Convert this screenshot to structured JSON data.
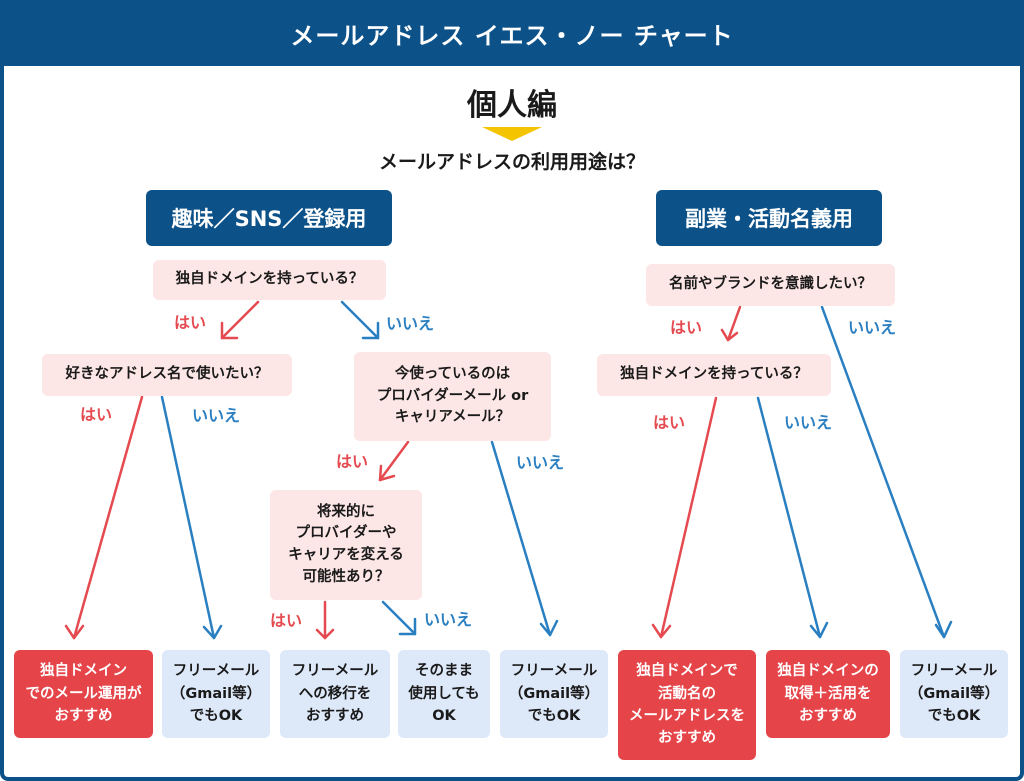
{
  "title": "メールアドレス イエス・ノー チャート",
  "subtitle": "個人編",
  "main_question": "メールアドレスの利用用途は？",
  "categories": {
    "hobby": "趣味／SNS／登録用",
    "side": "副業・活動名義用"
  },
  "questions": {
    "own_domain_hobby": "独自ドメインを持っている？",
    "favorite_address": "好きなアドレス名で使いたい？",
    "current_usage": "今使っているのは\nプロバイダーメール or\nキャリアメール？",
    "future_change": "将来的に\nプロバイダーや\nキャリアを変える\n可能性あり？",
    "brand_conscious": "名前やブランドを意識したい？",
    "own_domain_side": "独自ドメインを持っている？"
  },
  "labels": {
    "yes": "はい",
    "no": "いいえ"
  },
  "results": {
    "r1": "独自ドメイン\nでのメール運用が\nおすすめ",
    "r2": "フリーメール\n（Gmail等）\nでもOK",
    "r3": "フリーメール\nへの移行を\nおすすめ",
    "r4": "そのまま\n使用しても\nOK",
    "r5": "フリーメール\n（Gmail等）\nでもOK",
    "r6": "独自ドメインで\n活動名の\nメールアドレスを\nおすすめ",
    "r7": "独自ドメインの\n取得＋活用を\nおすすめ",
    "r8": "フリーメール\n（Gmail等）\nでもOK"
  },
  "colors": {
    "header": "#0c5289",
    "yes": "#e44a4f",
    "no": "#2a7fc1",
    "question_bg": "#fde6e6",
    "result_red": "#e54449",
    "result_blue": "#dde8f8",
    "pointer": "#f5c400"
  }
}
